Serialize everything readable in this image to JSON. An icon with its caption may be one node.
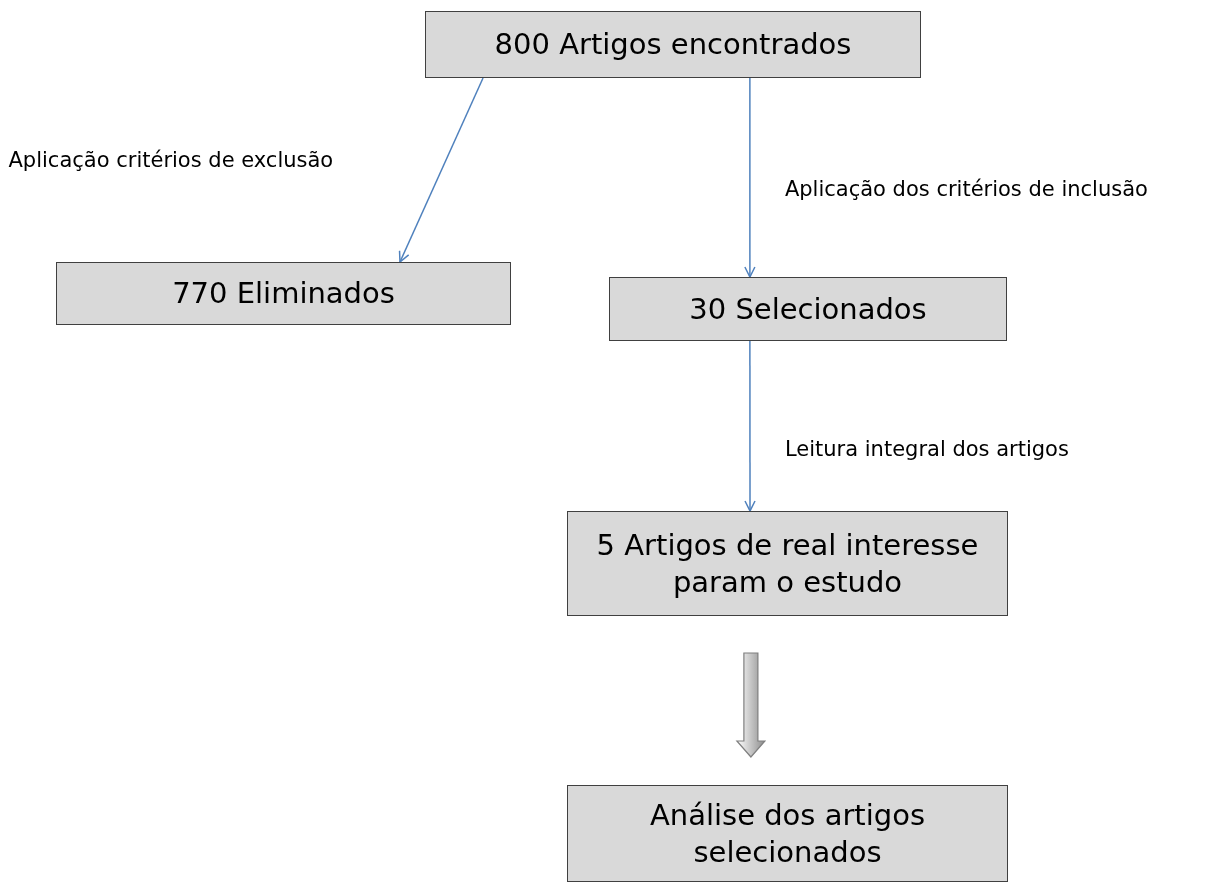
{
  "diagram": {
    "nodes": [
      {
        "text": [
          "800 Artigos encontrados"
        ]
      },
      {
        "text": [
          "770 Eliminados"
        ]
      },
      {
        "text": [
          "30 Selecionados"
        ]
      },
      {
        "text": [
          "5 Artigos de real interesse param o estudo"
        ]
      },
      {
        "text": [
          "Análise dos artigos selecionados"
        ]
      }
    ],
    "edges": [
      {
        "from": 0,
        "to": 1,
        "arrow": "to",
        "label": "Aplicação critérios de exclusão"
      },
      {
        "from": 0,
        "to": 2,
        "arrow": "to",
        "label": "Aplicação dos critérios de inclusão"
      },
      {
        "from": 2,
        "to": 3,
        "arrow": "to",
        "label": "Leitura integral dos artigos"
      },
      {
        "from": 3,
        "to": 4,
        "arrow": "to",
        "style": "thick",
        "color": "#7f7f7f"
      }
    ]
  }
}
